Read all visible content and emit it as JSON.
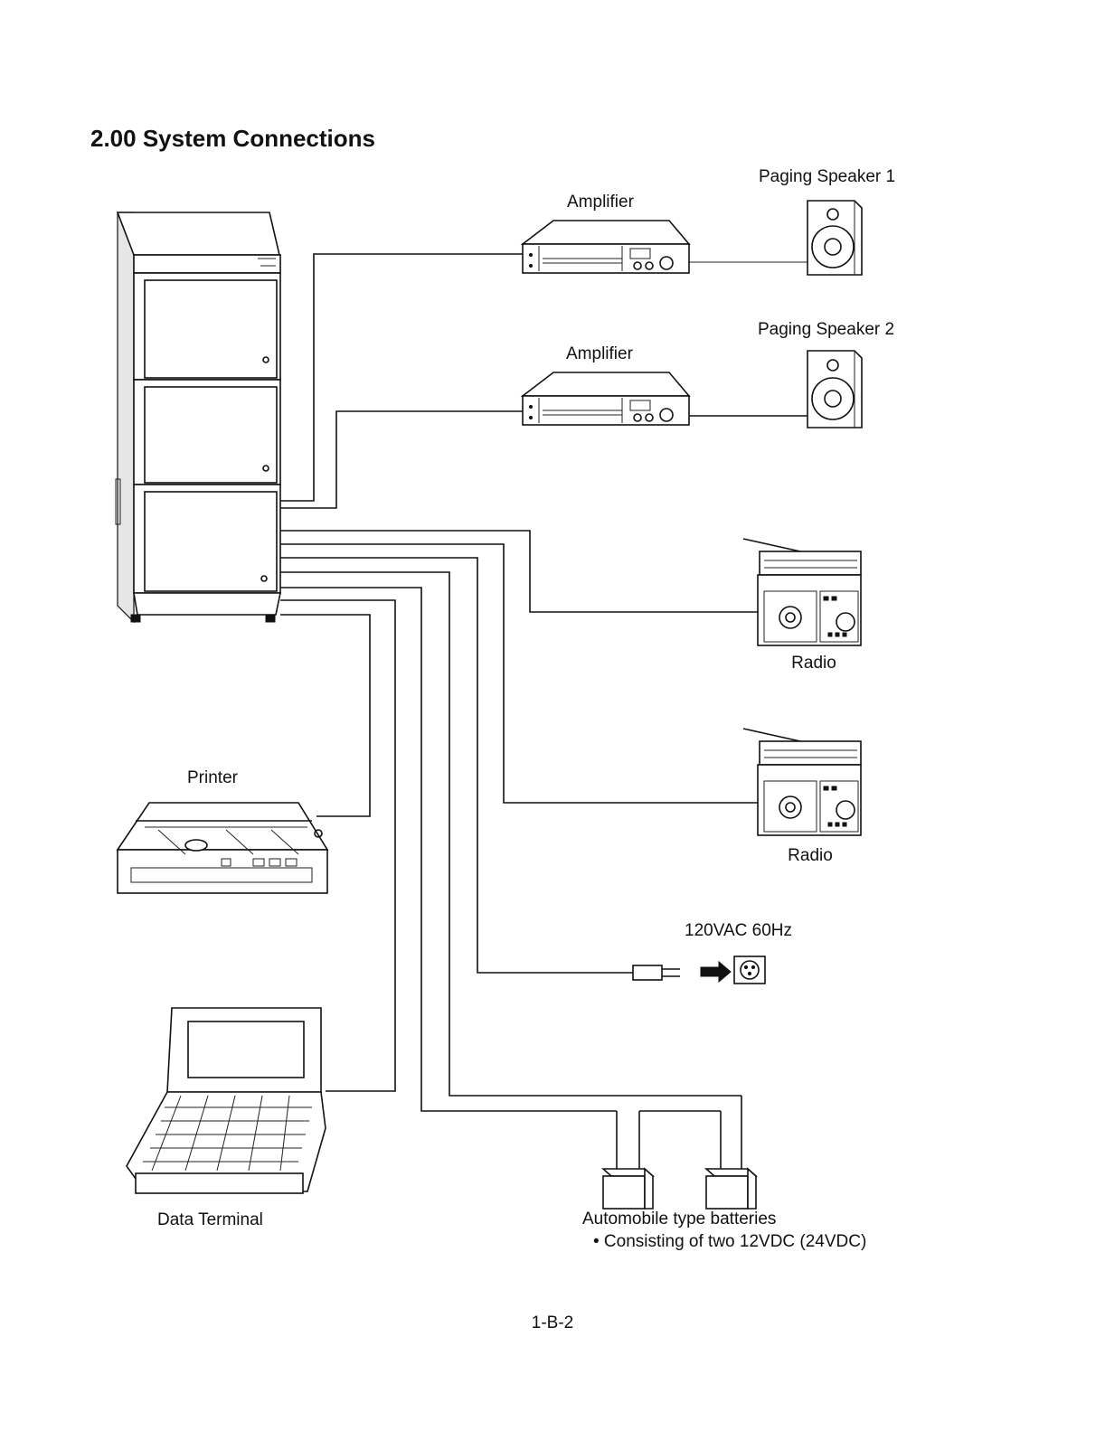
{
  "heading": "2.00  System Connections",
  "labels": {
    "speaker1": "Paging Speaker 1",
    "speaker2": "Paging Speaker 2",
    "amplifier1": "Amplifier",
    "amplifier2": "Amplifier",
    "radio1": "Radio",
    "radio2": "Radio",
    "printer": "Printer",
    "terminal": "Data Terminal",
    "power": "120VAC 60Hz",
    "batteries": "Automobile type batteries",
    "batteries_note": "• Consisting of two 12VDC (24VDC)"
  },
  "page_number": "1-B-2"
}
